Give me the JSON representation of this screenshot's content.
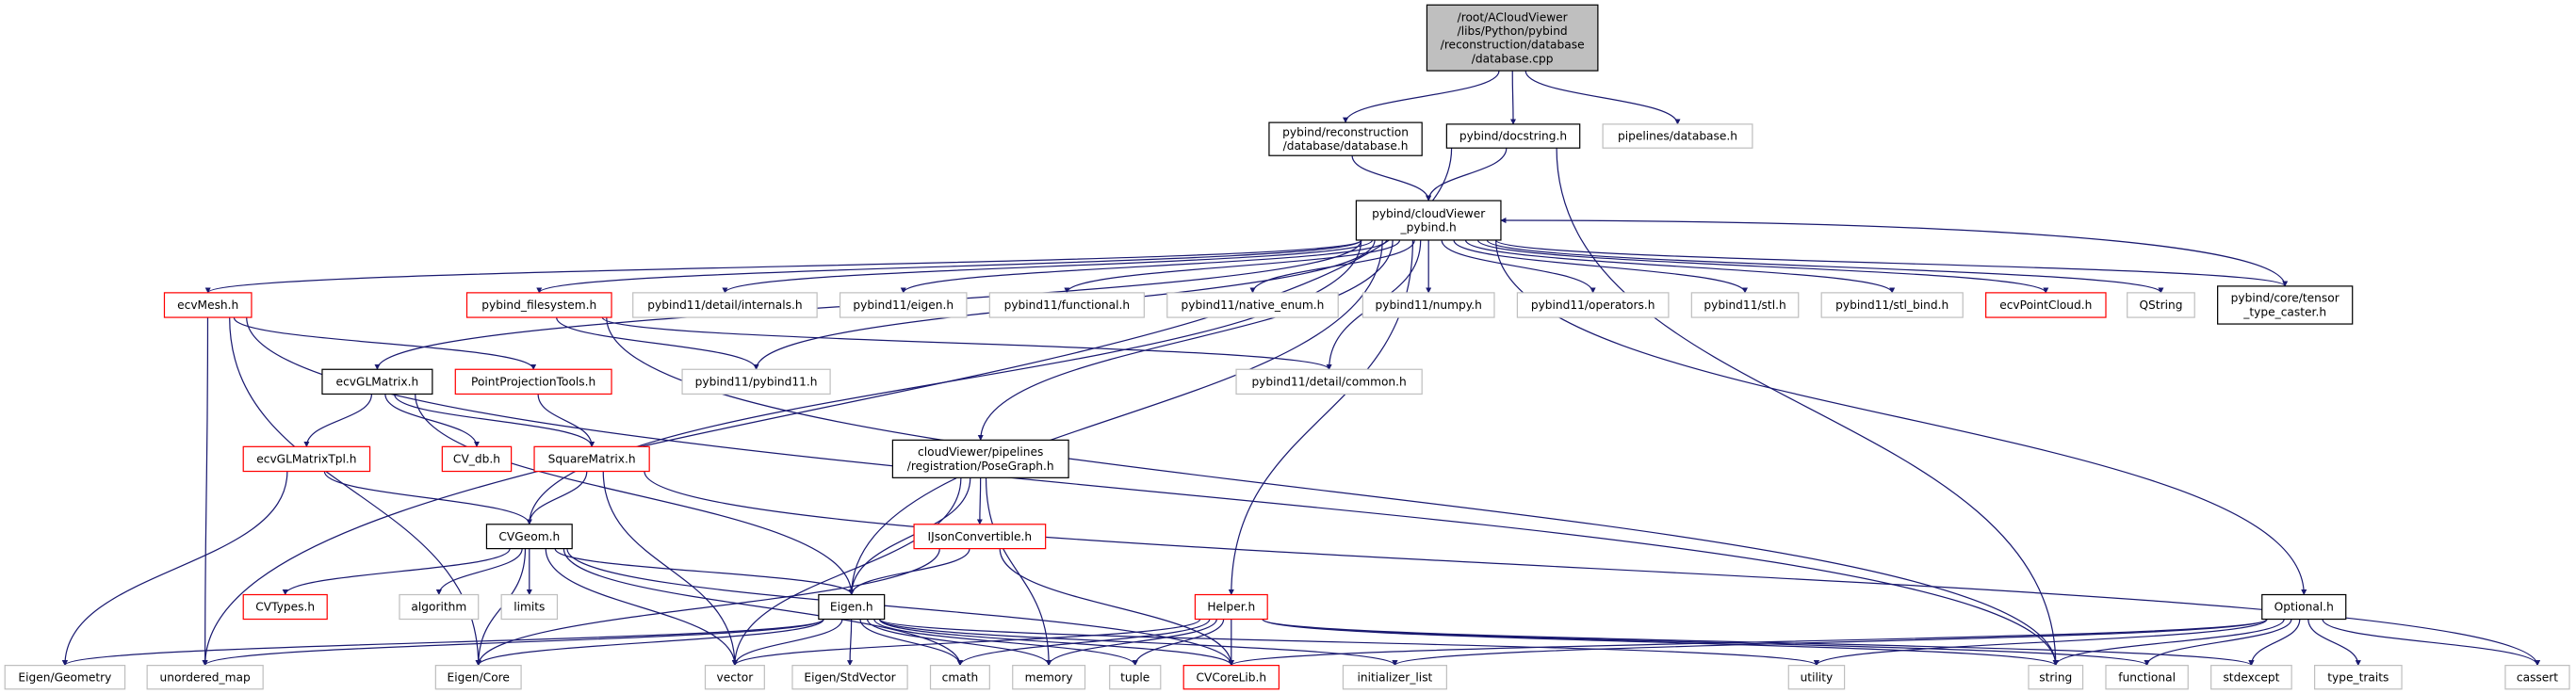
{
  "colors": {
    "edge": "#191970",
    "root_fill": "#bfbfbf",
    "documented_border": "#000000",
    "undocumented_border": "#ff0000",
    "external_border": "#bfbfbf"
  },
  "nodes": [
    {
      "id": "cpp",
      "label": [
        "/root/ACloudViewer",
        "/libs/Python/pybind",
        "/reconstruction/database",
        "/database.cpp"
      ],
      "style": "root"
    },
    {
      "id": "recon_db",
      "label": [
        "pybind/reconstruction",
        "/database/database.h"
      ],
      "style": "black"
    },
    {
      "id": "docstring",
      "label": [
        "pybind/docstring.h"
      ],
      "style": "black"
    },
    {
      "id": "pipelines_db",
      "label": [
        "pipelines/database.h"
      ],
      "style": "gray"
    },
    {
      "id": "cv_pybind",
      "label": [
        "pybind/cloudViewer",
        "_pybind.h"
      ],
      "style": "black"
    },
    {
      "id": "ecvMesh",
      "label": [
        "ecvMesh.h"
      ],
      "style": "red"
    },
    {
      "id": "pybind_fs",
      "label": [
        "pybind_filesystem.h"
      ],
      "style": "red"
    },
    {
      "id": "internals",
      "label": [
        "pybind11/detail/internals.h"
      ],
      "style": "gray"
    },
    {
      "id": "p11eigen",
      "label": [
        "pybind11/eigen.h"
      ],
      "style": "gray"
    },
    {
      "id": "p11functional",
      "label": [
        "pybind11/functional.h"
      ],
      "style": "gray"
    },
    {
      "id": "native_enum",
      "label": [
        "pybind11/native_enum.h"
      ],
      "style": "gray"
    },
    {
      "id": "numpy",
      "label": [
        "pybind11/numpy.h"
      ],
      "style": "gray"
    },
    {
      "id": "operators",
      "label": [
        "pybind11/operators.h"
      ],
      "style": "gray"
    },
    {
      "id": "stl",
      "label": [
        "pybind11/stl.h"
      ],
      "style": "gray"
    },
    {
      "id": "stl_bind",
      "label": [
        "pybind11/stl_bind.h"
      ],
      "style": "gray"
    },
    {
      "id": "ecvPointCloud",
      "label": [
        "ecvPointCloud.h"
      ],
      "style": "red"
    },
    {
      "id": "QString",
      "label": [
        "QString"
      ],
      "style": "gray"
    },
    {
      "id": "tensor",
      "label": [
        "pybind/core/tensor",
        "_type_caster.h"
      ],
      "style": "black"
    },
    {
      "id": "ecvGLMatrix",
      "label": [
        "ecvGLMatrix.h"
      ],
      "style": "black"
    },
    {
      "id": "ppt",
      "label": [
        "PointProjectionTools.h"
      ],
      "style": "red"
    },
    {
      "id": "pybind11",
      "label": [
        "pybind11/pybind11.h"
      ],
      "style": "gray"
    },
    {
      "id": "common",
      "label": [
        "pybind11/detail/common.h"
      ],
      "style": "gray"
    },
    {
      "id": "glTpl",
      "label": [
        "ecvGLMatrixTpl.h"
      ],
      "style": "red"
    },
    {
      "id": "cvdb",
      "label": [
        "CV_db.h"
      ],
      "style": "red"
    },
    {
      "id": "square",
      "label": [
        "SquareMatrix.h"
      ],
      "style": "red"
    },
    {
      "id": "posegraph",
      "label": [
        "cloudViewer/pipelines",
        "/registration/PoseGraph.h"
      ],
      "style": "black"
    },
    {
      "id": "cvgeom",
      "label": [
        "CVGeom.h"
      ],
      "style": "black"
    },
    {
      "id": "ijson",
      "label": [
        "IJsonConvertible.h"
      ],
      "style": "red"
    },
    {
      "id": "cvtypes",
      "label": [
        "CVTypes.h"
      ],
      "style": "red"
    },
    {
      "id": "algorithm",
      "label": [
        "algorithm"
      ],
      "style": "gray"
    },
    {
      "id": "limits",
      "label": [
        "limits"
      ],
      "style": "gray"
    },
    {
      "id": "eigenh",
      "label": [
        "Eigen.h"
      ],
      "style": "black"
    },
    {
      "id": "helper",
      "label": [
        "Helper.h"
      ],
      "style": "red"
    },
    {
      "id": "optional",
      "label": [
        "Optional.h"
      ],
      "style": "black"
    },
    {
      "id": "geometry",
      "label": [
        "Eigen/Geometry"
      ],
      "style": "gray"
    },
    {
      "id": "umap",
      "label": [
        "unordered_map"
      ],
      "style": "gray"
    },
    {
      "id": "core",
      "label": [
        "Eigen/Core"
      ],
      "style": "gray"
    },
    {
      "id": "vector",
      "label": [
        "vector"
      ],
      "style": "gray"
    },
    {
      "id": "stdvector",
      "label": [
        "Eigen/StdVector"
      ],
      "style": "gray"
    },
    {
      "id": "cmath",
      "label": [
        "cmath"
      ],
      "style": "gray"
    },
    {
      "id": "memory",
      "label": [
        "memory"
      ],
      "style": "gray"
    },
    {
      "id": "tuple",
      "label": [
        "tuple"
      ],
      "style": "gray"
    },
    {
      "id": "corelib",
      "label": [
        "CVCoreLib.h"
      ],
      "style": "red"
    },
    {
      "id": "initlist",
      "label": [
        "initializer_list"
      ],
      "style": "gray"
    },
    {
      "id": "utility",
      "label": [
        "utility"
      ],
      "style": "gray"
    },
    {
      "id": "string",
      "label": [
        "string"
      ],
      "style": "gray"
    },
    {
      "id": "functional",
      "label": [
        "functional"
      ],
      "style": "gray"
    },
    {
      "id": "stdexcept",
      "label": [
        "stdexcept"
      ],
      "style": "gray"
    },
    {
      "id": "type_traits",
      "label": [
        "type_traits"
      ],
      "style": "gray"
    },
    {
      "id": "cassert",
      "label": [
        "cassert"
      ],
      "style": "gray"
    }
  ],
  "edges": [
    [
      "cpp",
      "recon_db"
    ],
    [
      "cpp",
      "docstring"
    ],
    [
      "cpp",
      "pipelines_db"
    ],
    [
      "recon_db",
      "cv_pybind"
    ],
    [
      "docstring",
      "cv_pybind"
    ],
    [
      "docstring",
      "umap"
    ],
    [
      "docstring",
      "string"
    ],
    [
      "cv_pybind",
      "ecvMesh"
    ],
    [
      "cv_pybind",
      "pybind_fs"
    ],
    [
      "cv_pybind",
      "internals"
    ],
    [
      "cv_pybind",
      "p11eigen"
    ],
    [
      "cv_pybind",
      "p11functional"
    ],
    [
      "cv_pybind",
      "native_enum"
    ],
    [
      "cv_pybind",
      "numpy"
    ],
    [
      "cv_pybind",
      "operators"
    ],
    [
      "cv_pybind",
      "stl"
    ],
    [
      "cv_pybind",
      "stl_bind"
    ],
    [
      "cv_pybind",
      "ecvPointCloud"
    ],
    [
      "cv_pybind",
      "QString"
    ],
    [
      "cv_pybind",
      "tensor"
    ],
    [
      "cv_pybind",
      "ecvGLMatrix"
    ],
    [
      "cv_pybind",
      "cvgeom"
    ],
    [
      "cv_pybind",
      "eigenh"
    ],
    [
      "cv_pybind",
      "pybind11"
    ],
    [
      "cv_pybind",
      "common"
    ],
    [
      "cv_pybind",
      "posegraph"
    ],
    [
      "cv_pybind",
      "optional"
    ],
    [
      "cv_pybind",
      "helper"
    ],
    [
      "tensor",
      "cv_pybind"
    ],
    [
      "ecvMesh",
      "ppt"
    ],
    [
      "ecvMesh",
      "umap"
    ],
    [
      "ecvMesh",
      "core"
    ],
    [
      "ecvMesh",
      "string"
    ],
    [
      "pybind_fs",
      "pybind11"
    ],
    [
      "pybind_fs",
      "common"
    ],
    [
      "pybind_fs",
      "string"
    ],
    [
      "ecvGLMatrix",
      "glTpl"
    ],
    [
      "ecvGLMatrix",
      "cvdb"
    ],
    [
      "ecvGLMatrix",
      "square"
    ],
    [
      "ecvGLMatrix",
      "eigenh"
    ],
    [
      "ppt",
      "square"
    ],
    [
      "glTpl",
      "cvgeom"
    ],
    [
      "glTpl",
      "geometry"
    ],
    [
      "square",
      "cvgeom"
    ],
    [
      "square",
      "vector"
    ],
    [
      "square",
      "cassert"
    ],
    [
      "posegraph",
      "ijson"
    ],
    [
      "posegraph",
      "eigenh"
    ],
    [
      "posegraph",
      "memory"
    ],
    [
      "posegraph",
      "vector"
    ],
    [
      "ijson",
      "eigenh"
    ],
    [
      "ijson",
      "core"
    ],
    [
      "ijson",
      "corelib"
    ],
    [
      "cvgeom",
      "cvtypes"
    ],
    [
      "cvgeom",
      "algorithm"
    ],
    [
      "cvgeom",
      "limits"
    ],
    [
      "cvgeom",
      "eigenh"
    ],
    [
      "cvgeom",
      "core"
    ],
    [
      "cvgeom",
      "vector"
    ],
    [
      "cvgeom",
      "cmath"
    ],
    [
      "cvgeom",
      "corelib"
    ],
    [
      "eigenh",
      "geometry"
    ],
    [
      "eigenh",
      "umap"
    ],
    [
      "eigenh",
      "core"
    ],
    [
      "eigenh",
      "vector"
    ],
    [
      "eigenh",
      "stdvector"
    ],
    [
      "eigenh",
      "cmath"
    ],
    [
      "eigenh",
      "memory"
    ],
    [
      "eigenh",
      "tuple"
    ],
    [
      "eigenh",
      "corelib"
    ],
    [
      "eigenh",
      "initlist"
    ],
    [
      "eigenh",
      "utility"
    ],
    [
      "helper",
      "vector"
    ],
    [
      "helper",
      "cmath"
    ],
    [
      "helper",
      "memory"
    ],
    [
      "helper",
      "tuple"
    ],
    [
      "helper",
      "corelib"
    ],
    [
      "helper",
      "string"
    ],
    [
      "helper",
      "functional"
    ],
    [
      "helper",
      "stdexcept"
    ],
    [
      "optional",
      "corelib"
    ],
    [
      "optional",
      "initlist"
    ],
    [
      "optional",
      "utility"
    ],
    [
      "optional",
      "string"
    ],
    [
      "optional",
      "functional"
    ],
    [
      "optional",
      "stdexcept"
    ],
    [
      "optional",
      "type_traits"
    ],
    [
      "optional",
      "cassert"
    ]
  ]
}
